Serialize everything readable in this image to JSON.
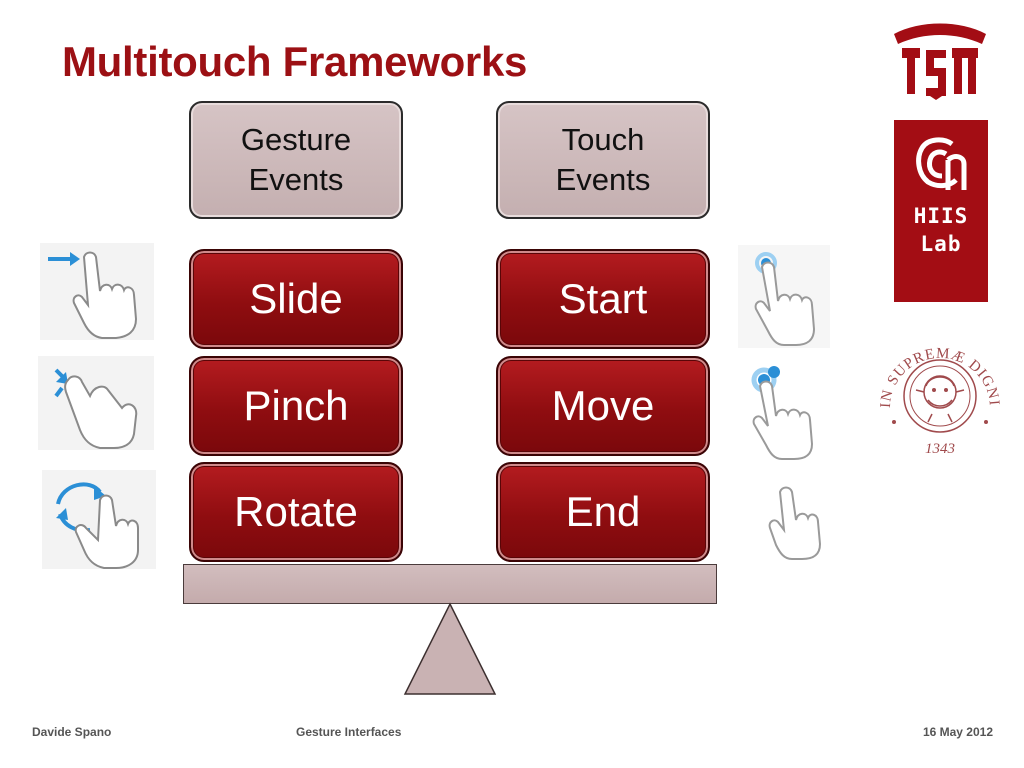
{
  "slide": {
    "title": "Multitouch Frameworks"
  },
  "columns": [
    {
      "header": "Gesture\nEvents",
      "items": [
        "Slide",
        "Pinch",
        "Rotate"
      ]
    },
    {
      "header": "Touch\nEvents",
      "items": [
        "Start",
        "Move",
        "End"
      ]
    }
  ],
  "icons": {
    "gestures": [
      "slide-gesture-icon",
      "pinch-gesture-icon",
      "rotate-gesture-icon"
    ],
    "touches": [
      "touch-start-icon",
      "touch-move-icon",
      "touch-end-icon"
    ]
  },
  "logos": {
    "lab_line1": "HIIS",
    "lab_line2": "Lab",
    "seal_text": "IN SUPREMÆ DIGNITATIS",
    "seal_year": "1343"
  },
  "footer": {
    "author": "Davide Spano",
    "course": "Gesture Interfaces",
    "date": "16 May 2012"
  },
  "colors": {
    "accent": "#9c1014",
    "event_box": "#8f0d10",
    "header_box": "#cdb9ba",
    "gesture_blue": "#2b8fd6"
  }
}
